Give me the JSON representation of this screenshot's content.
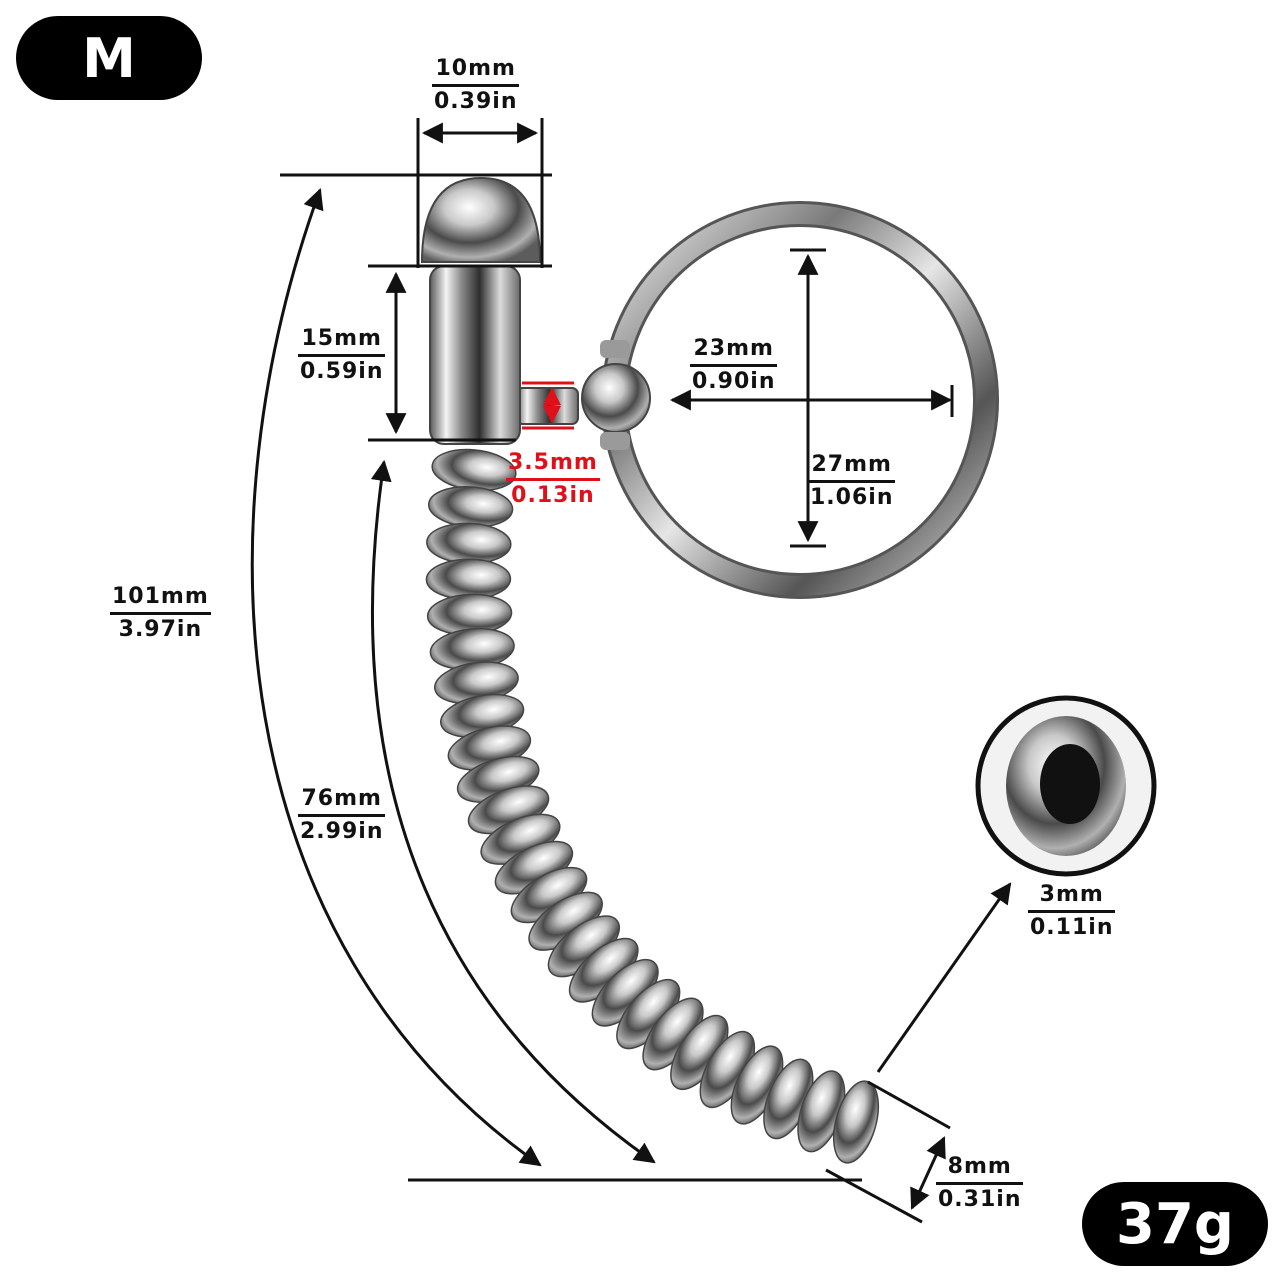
{
  "size_badge": "M",
  "weight_badge": "37g",
  "dimensions": {
    "ball_width": {
      "mm": "10mm",
      "in": "0.39in"
    },
    "head_length": {
      "mm": "15mm",
      "in": "0.59in"
    },
    "connector_height": {
      "mm": "3.5mm",
      "in": "0.13in"
    },
    "ring_inner": {
      "mm": "23mm",
      "in": "0.90in"
    },
    "ring_outer": {
      "mm": "27mm",
      "in": "1.06in"
    },
    "total_length": {
      "mm": "101mm",
      "in": "3.97in"
    },
    "beaded_length": {
      "mm": "76mm",
      "in": "2.99in"
    },
    "tip_hole": {
      "mm": "3mm",
      "in": "0.11in"
    },
    "tip_diameter": {
      "mm": "8mm",
      "in": "0.31in"
    }
  },
  "colors": {
    "dimension_text": "#111111",
    "highlight": "#e0101a",
    "badge": "#000000",
    "metal": "#c8c8c8"
  }
}
